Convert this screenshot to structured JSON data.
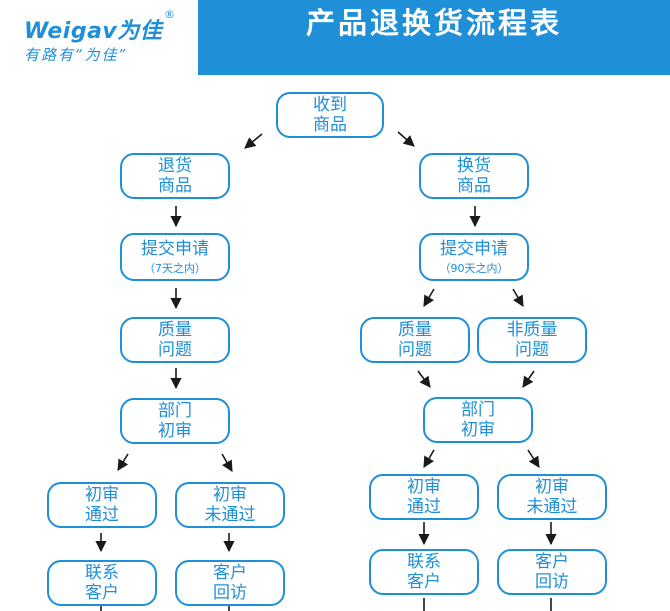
{
  "header": {
    "brand": "Weigav为佳",
    "registered_mark": "®",
    "slogan": "有路有“为佳”",
    "title": "产品退换货流程表",
    "title_bg_color": "#1f8fd8"
  },
  "flow": {
    "receive": [
      "收到",
      "商品"
    ],
    "return": {
      "start": [
        "退货",
        "商品"
      ],
      "apply": [
        "提交申请"
      ],
      "apply_note": "（7天之内）",
      "quality": [
        "质量",
        "问题"
      ],
      "review": [
        "部门",
        "初审"
      ],
      "pass": [
        "初审",
        "通过"
      ],
      "fail": [
        "初审",
        "未通过"
      ],
      "contact": [
        "联系",
        "客户"
      ],
      "revisit": [
        "客户",
        "回访"
      ]
    },
    "exchange": {
      "start": [
        "换货",
        "商品"
      ],
      "apply": [
        "提交申请"
      ],
      "apply_note": "（90天之内）",
      "quality": [
        "质量",
        "问题"
      ],
      "non_quality": [
        "非质量",
        "问题"
      ],
      "review": [
        "部门",
        "初审"
      ],
      "pass": [
        "初审",
        "通过"
      ],
      "fail": [
        "初审",
        "未通过"
      ],
      "contact": [
        "联系",
        "客户"
      ],
      "revisit": [
        "客户",
        "回访"
      ]
    }
  },
  "colors": {
    "accent": "#1f8fd8",
    "arrow": "#1a1a1a"
  }
}
